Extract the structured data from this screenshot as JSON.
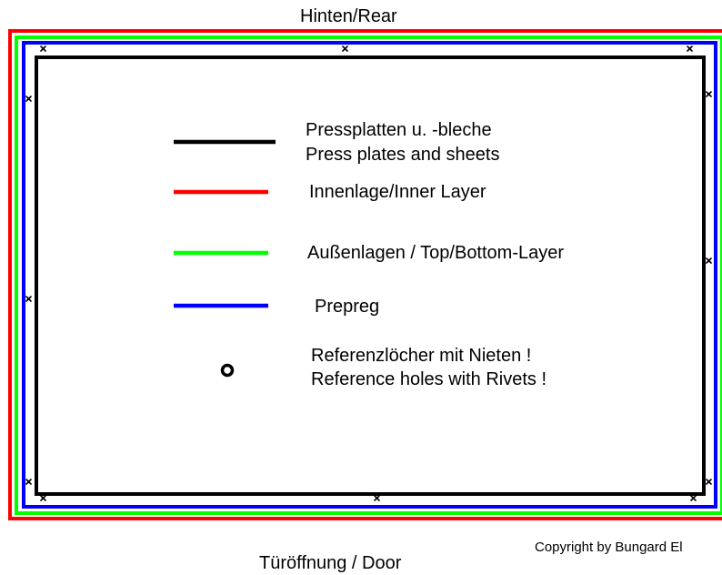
{
  "top_label": "Hinten/Rear",
  "bottom_label": "Türöffnung / Door",
  "copyright": "Copyright by Bungard El",
  "legend": {
    "press_plates": {
      "line1": "Pressplatten u. -bleche",
      "line2": "Press plates and sheets",
      "color": "#000000"
    },
    "inner_layer": {
      "text": "Innenlage/Inner Layer",
      "color": "#ff0000"
    },
    "outer_layers": {
      "text": "Außenlagen / Top/Bottom-Layer",
      "color": "#00ff00"
    },
    "prepreg": {
      "text": "Prepreg",
      "color": "#0000ff"
    },
    "reference_holes": {
      "line1": "Referenzlöcher mit Nieten !",
      "line2": "Reference holes with Rivets !"
    }
  }
}
